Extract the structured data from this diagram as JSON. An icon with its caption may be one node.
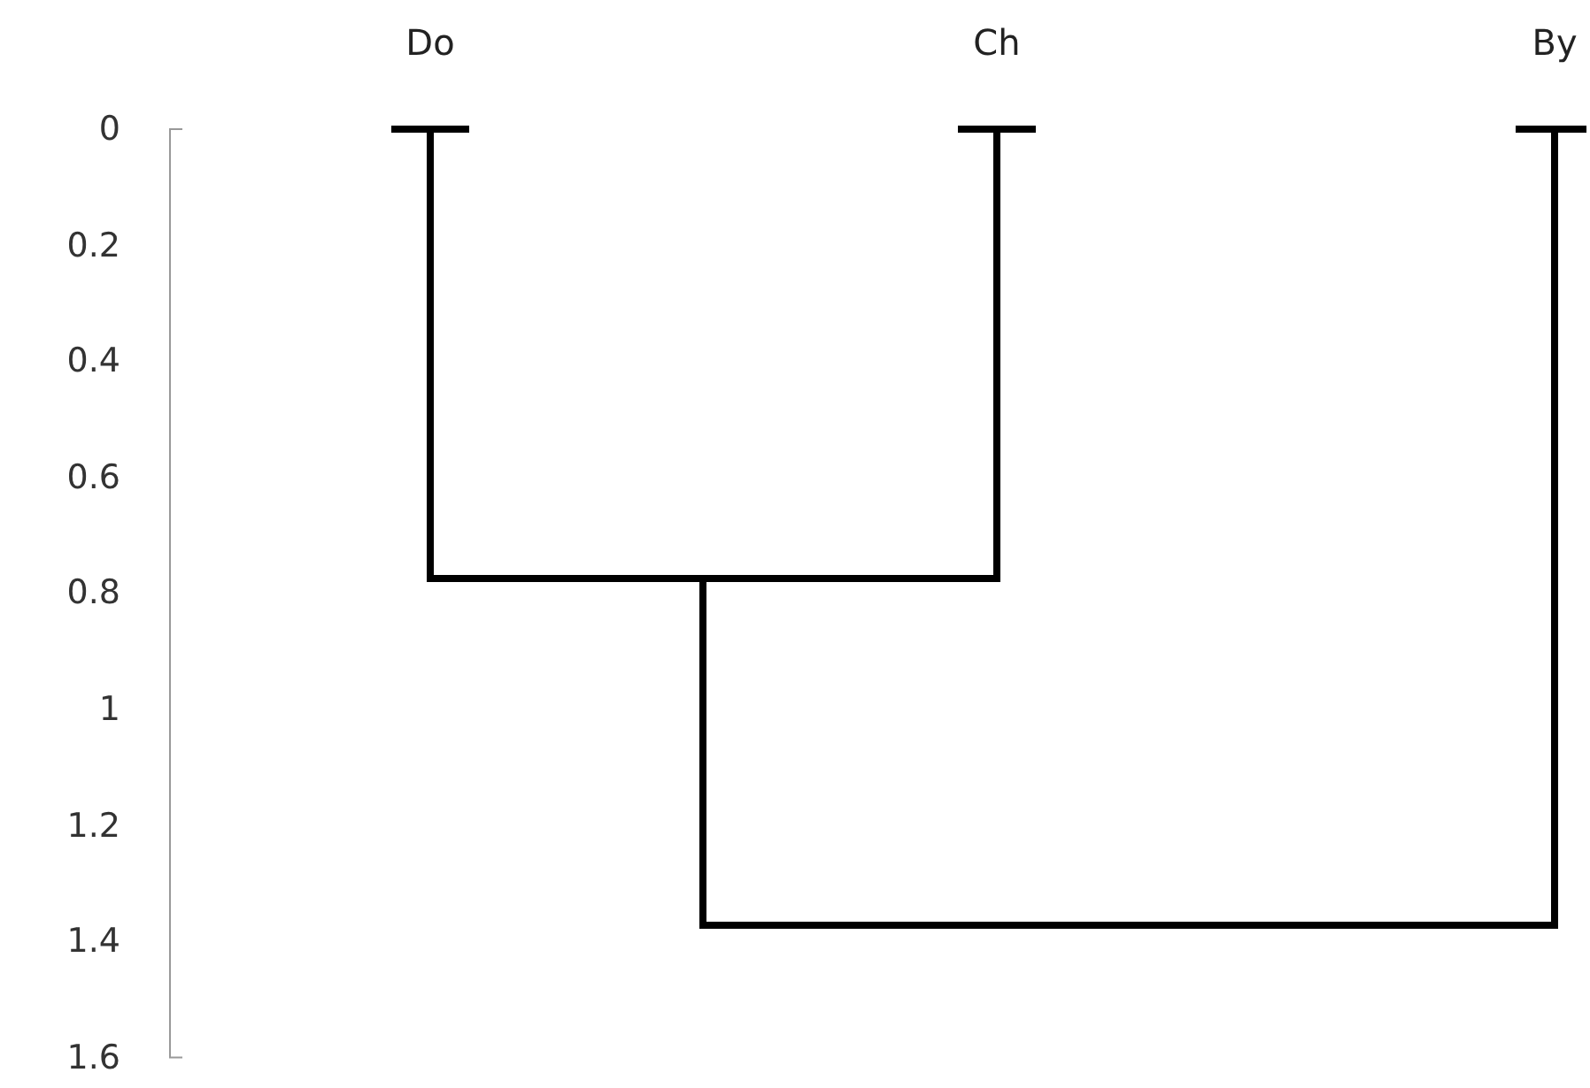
{
  "diagram": {
    "nodes": [
      {
        "text": [
          "Do"
        ]
      },
      {
        "text": [
          "Ch"
        ]
      },
      {
        "text": [
          "By"
        ]
      },
      {
        "text": [],
        "shape": "bar"
      },
      {
        "text": [],
        "shape": "bar"
      }
    ],
    "edges": [
      {
        "from": 0,
        "to": 3,
        "arrow": "none"
      },
      {
        "from": 1,
        "to": 3,
        "arrow": "none"
      },
      {
        "from": 3,
        "to": 4,
        "arrow": "none"
      },
      {
        "from": 2,
        "to": 4,
        "arrow": "none"
      }
    ],
    "labels": [
      "0",
      "0.2",
      "0.4",
      "0.6",
      "0.8",
      "1",
      "1.2",
      "1.4",
      "1.6"
    ]
  }
}
